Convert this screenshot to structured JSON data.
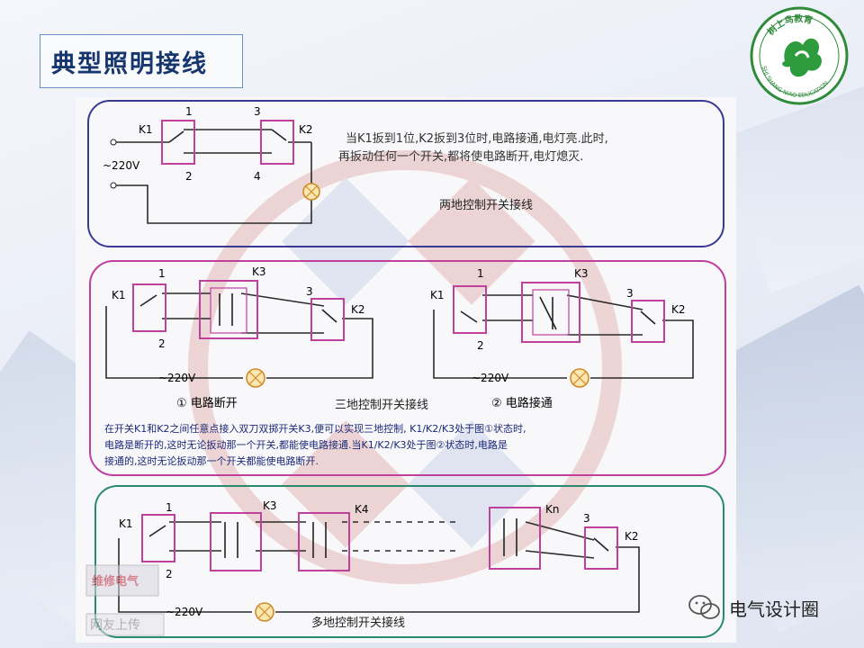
{
  "slide": {
    "title": "典型照明接线"
  },
  "logo": {
    "text_top": "树上鸟教育",
    "text_bottom": "SHI SHANG NIAO EDUCATION"
  },
  "credit": {
    "text": "电气设计圈"
  },
  "watermark": {
    "line1": "维修电气",
    "line2": "网友上传"
  },
  "panel1": {
    "k1": "K1",
    "k2": "K2",
    "n1": "1",
    "n2": "2",
    "n3": "3",
    "n4": "4",
    "voltage": "~220V",
    "desc_line1": "当K1扳到1位,K2扳到3位时,电路接通,电灯亮.此时,",
    "desc_line2": "再扳动任何一个开关,都将使电路断开,电灯熄灭.",
    "caption": "两地控制开关接线"
  },
  "panel2": {
    "left": {
      "k1": "K1",
      "k3": "K3",
      "k2": "K2",
      "n1": "1",
      "n2": "2",
      "n3": "3",
      "voltage": "~220V",
      "state": "① 电路断开"
    },
    "right": {
      "k1": "K1",
      "k3": "K3",
      "k2": "K2",
      "n1": "1",
      "n2": "2",
      "n3": "3",
      "voltage": "~220V",
      "state": "② 电路接通"
    },
    "caption": "三地控制开关接线",
    "desc_line1": "在开关K1和K2之间任意点接入双刀双掷开关K3,便可以实现三地控制, K1/K2/K3处于图①状态时,",
    "desc_line2": "电路是断开的,这时无论扳动那一个开关,都能使电路接通.当K1/K2/K3处于图②状态时,电路是",
    "desc_line3": "接通的,这时无论扳动那一个开关都能使电路断开."
  },
  "panel3": {
    "k1": "K1",
    "k3": "K3",
    "k4": "K4",
    "kn": "Kn",
    "k2": "K2",
    "n1": "1",
    "n2": "2",
    "n3": "3",
    "voltage": "~220V",
    "caption": "多地控制开关接线"
  }
}
